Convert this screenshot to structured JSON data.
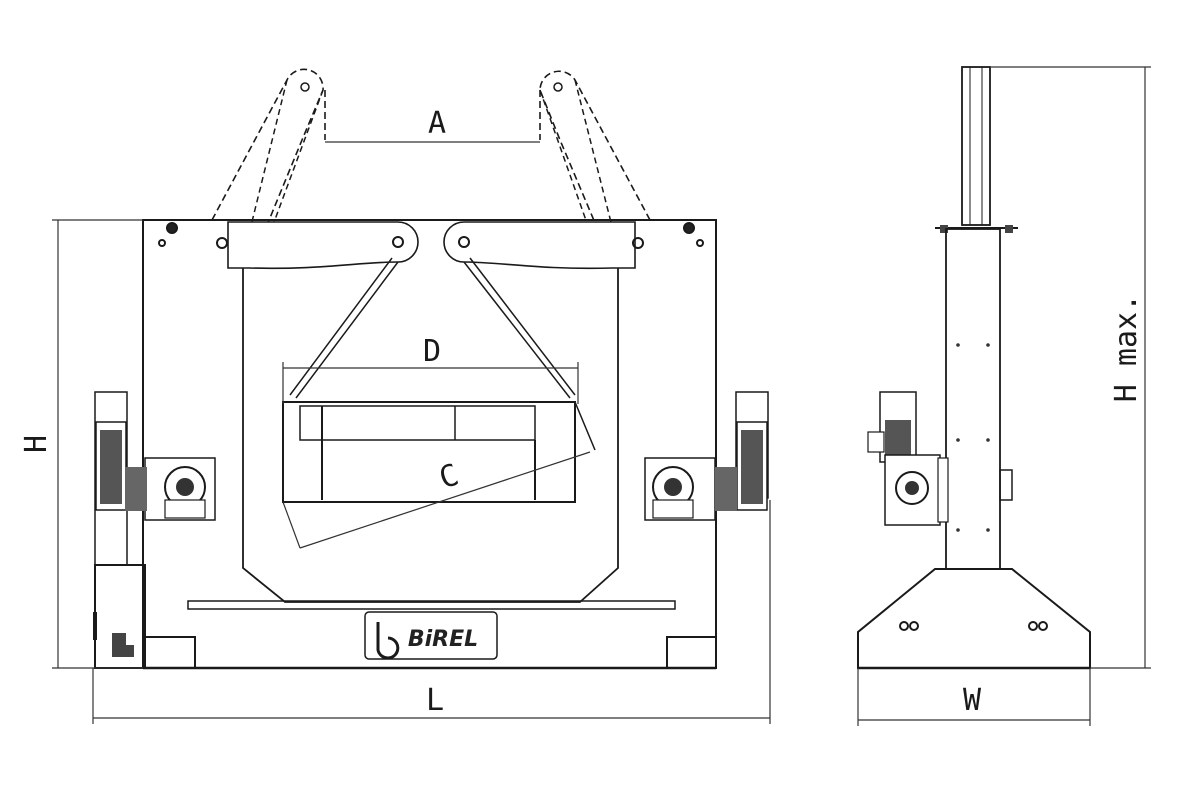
{
  "diagram": {
    "front_view": {
      "labels": {
        "a": "A",
        "d": "D",
        "c": "C",
        "h": "H",
        "l": "L"
      },
      "logo_text": "BiREL"
    },
    "side_view": {
      "labels": {
        "h_max": "H max.",
        "w": "W"
      }
    },
    "colors": {
      "line": "#1a1a1a",
      "mid": "#555555",
      "light": "#888888",
      "background": "#ffffff"
    },
    "icons": [
      "gear-motor-icon",
      "birel-logo"
    ]
  }
}
